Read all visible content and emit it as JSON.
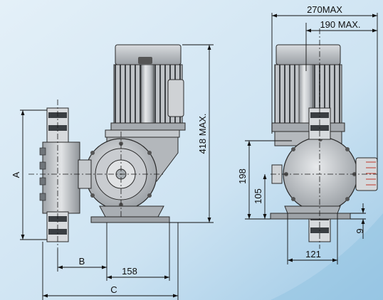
{
  "dimensions": {
    "overall_width_max": "270MAX",
    "inlet_to_side_max": "190 MAX.",
    "height_max": "418 MAX.",
    "motor_axis_height": "198",
    "diaphragm_axis_height": "105",
    "base_clearance": "9",
    "base_depth": "121",
    "head_height_var": "A",
    "head_offset_var": "B",
    "base_width": "158",
    "total_length_var": "C"
  },
  "colors": {
    "background_light": "#dcecf7",
    "background_dark": "#a8cfe8",
    "motor": "#c9ccd0",
    "body": "#b5b9bd",
    "line": "#1a1a1a"
  }
}
